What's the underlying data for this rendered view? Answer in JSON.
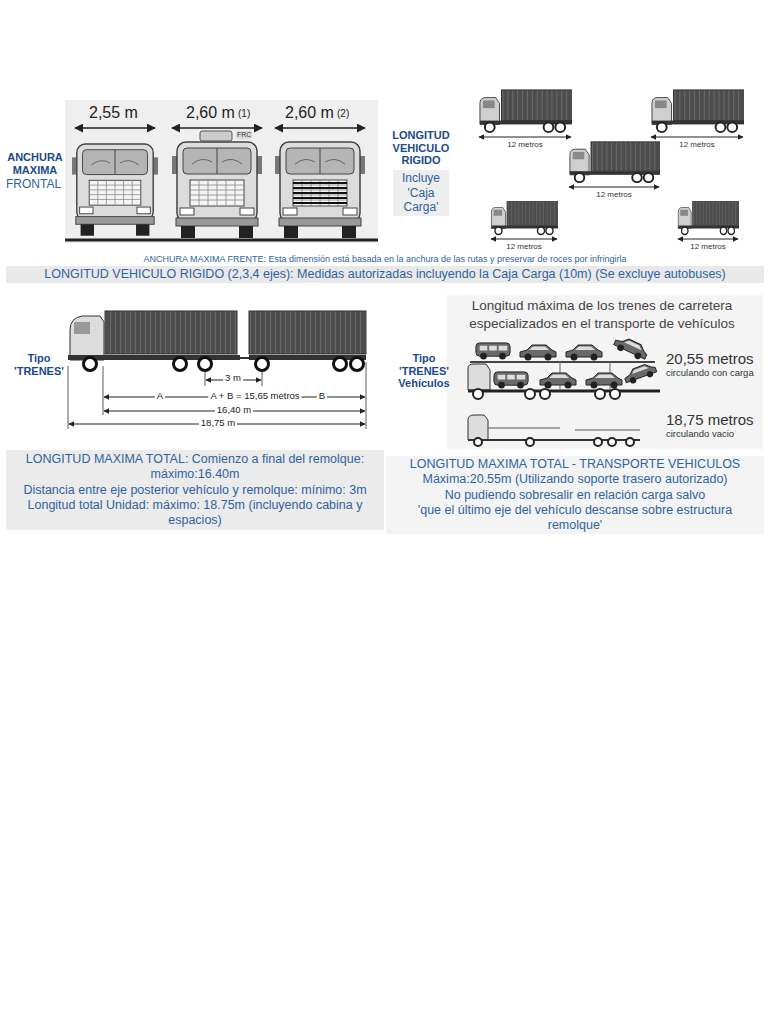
{
  "diagram": {
    "nodes": [
      {
        "text": [
          "Incluye 'Caja Carga'"
        ]
      },
      {
        "text": [
          "LONGITUD VEHICULO RIGIDO (2,3,4 ejes): Medidas autorizadas incluyendo la Caja Carga (10m) (Se excluye autobuses)"
        ]
      },
      {
        "text": [
          "LONGITUD MAXIMA TOTAL: Comienzo a final del remolque: máximo:16.40m",
          "Distancia entre eje posterior vehículo y remolque: mínimo: 3m",
          "Longitud total Unidad: máximo: 18.75m (incluyendo cabina y espacios)"
        ]
      },
      {
        "text": [
          "LONGITUD MAXIMA TOTAL - TRANSPORTE VEHICULOS",
          "Máxima:20.55m (Utilizando soporte trasero autorizado)",
          "No pudiendo sobresalir en relación carga salvo",
          "'que el último eje del vehículo descanse sobre estructura remolque'"
        ]
      }
    ],
    "labels": [
      "ANCHURA MAXIMA",
      "FRONTAL",
      "2,55 m",
      "2,60 m",
      "(1)",
      "FRC",
      "2,60 m",
      "(2)",
      "LONGITUD VEHICULO RIGIDO",
      "12 metros",
      "12 metros",
      "12 metros",
      "12 metros",
      "12 metros",
      "ANCHURA MAXIMA FRENTE: Esta dimensión está basada en la anchura de las rutas y preservar de roces por infringirla",
      "Tipo 'TRENES'",
      "3 m",
      "A",
      "A + B = 15,65 metros",
      "B",
      "16,40 m",
      "18,75 m",
      "Longitud máxima de los trenes de carretera especializados en el transporte de vehículos",
      "Tipo 'TRENES' Vehículos",
      "20,55 metros",
      "circulando con carga",
      "18,75 metros",
      "circulando vacio"
    ]
  }
}
